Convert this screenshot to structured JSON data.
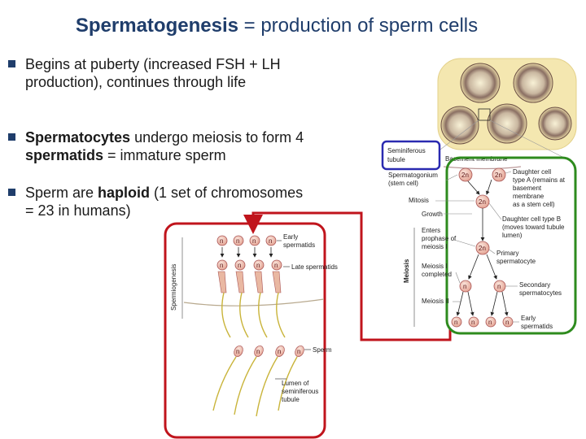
{
  "title": {
    "bold": "Spermatogenesis",
    "rest": " = production of sperm cells"
  },
  "bullets": [
    {
      "line1_parts": [
        "Begins at puberty (increased FSH + LH"
      ],
      "line2_parts": [
        "production), continues through life"
      ]
    },
    {
      "line1": {
        "bold": "Spermatocytes",
        "rest": " undergo meiosis to form 4"
      },
      "line2": {
        "bold": "spermatids",
        "rest": " = immature sperm"
      }
    },
    {
      "line1": {
        "pre": "Sperm are ",
        "bold": "haploid",
        "rest": " (1 set of chromosomes"
      },
      "line2": "= 23 in humans)"
    }
  ],
  "left_figure": {
    "side_label": "Spermiogenesis",
    "labels": {
      "early_spermatids": [
        "Early",
        "spermatids"
      ],
      "late_spermatids": "Late spermatids",
      "sperm": "Sperm",
      "lumen": [
        "Lumen of",
        "seminiferous",
        "tubule"
      ]
    },
    "haploid": "n"
  },
  "right_figure": {
    "seminiferous_box": [
      "Seminiferous",
      "tubule"
    ],
    "basement_membrane": "Basement membrane",
    "spermatogonium": [
      "Spermatogonium",
      "(stem cell)"
    ],
    "mitosis": "Mitosis",
    "growth": "Growth",
    "enters_prophase": [
      "Enters",
      "prophase of",
      "meiosis I"
    ],
    "meiosis_i_completed": [
      "Meiosis I",
      "completed"
    ],
    "meiosis_ii": "Meiosis II",
    "meiosis_side": "Meiosis",
    "daughter_a": [
      "Daughter cell",
      "type A (remains at",
      "basement",
      "membrane",
      "as a stem cell)"
    ],
    "daughter_b": [
      "Daughter cell type B",
      "(moves toward tubule",
      "lumen)"
    ],
    "primary": [
      "Primary",
      "spermatocyte"
    ],
    "secondary": [
      "Secondary",
      "spermatocytes"
    ],
    "early_spermatids": [
      "Early",
      "spermatids"
    ],
    "diploid": "2n",
    "haploid": "n"
  },
  "colors": {
    "title_blue": "#1f3d6b",
    "frame_red": "#c0141c",
    "frame_green": "#2e8b1e",
    "frame_blue": "#2a2ab0",
    "cell_fill": "#f3c9bd",
    "tubule_fill": "#f4e7b0"
  }
}
